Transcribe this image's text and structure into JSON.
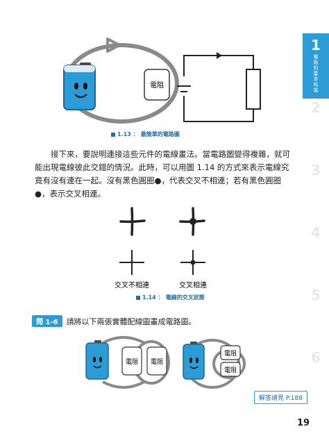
{
  "figure_1_13": {
    "number": "1.13",
    "title": "最簡單的電路圖",
    "resistor_label": "電阻"
  },
  "paragraph": "接下來，要說明連接這些元件的電線畫法。當電路圖變得複雜，就可能出現電線彼此交錯的情況。此時，可以用圖 1.14 的方式來表示電線究竟有沒有連在一起。沒有黑色圓圈●，代表交叉不相連；若有黑色圓圈●，表示交叉相連。",
  "figure_1_14": {
    "number": "1.14",
    "title": "電線的交叉狀態",
    "label_left": "交叉不相連",
    "label_right": "交叉相連"
  },
  "question": {
    "badge": "問 1-6",
    "text": "請將以下兩張實體配線圖畫成電路圖。",
    "resistor_label": "電阻"
  },
  "answer_ref": "解答請見 P.188",
  "page_number": "19",
  "chapter_tabs": [
    {
      "num": "1",
      "label": "電路的基本知識",
      "active": true
    },
    {
      "num": "2",
      "label": "",
      "active": false
    },
    {
      "num": "3",
      "label": "",
      "active": false
    },
    {
      "num": "4",
      "label": "",
      "active": false
    },
    {
      "num": "5",
      "label": "",
      "active": false
    },
    {
      "num": "6",
      "label": "",
      "active": false
    }
  ],
  "colors": {
    "accent": "#2d9bd6",
    "battery": "#2d9bd6",
    "loop": "#8a8a8a"
  }
}
